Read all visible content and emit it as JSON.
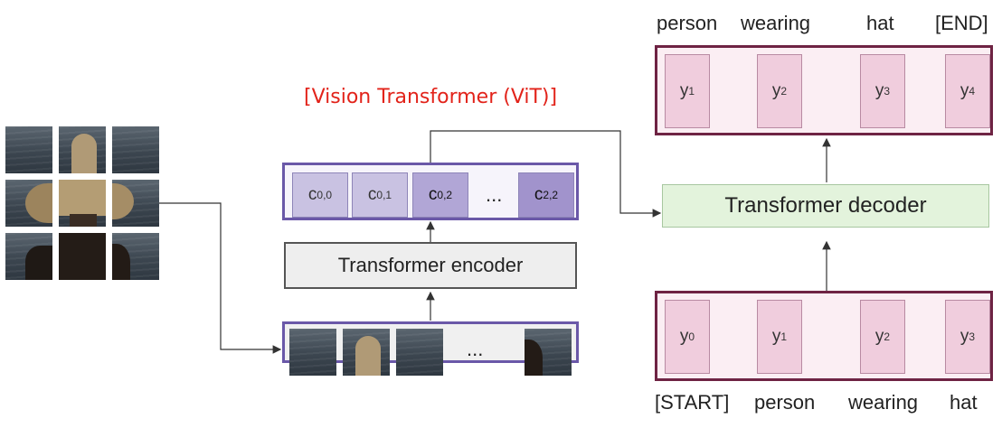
{
  "vit_label": "[Vision Transformer (ViT)]",
  "encoder_label": "Transformer encoder",
  "decoder_label": "Transformer decoder",
  "embed_ellipsis": "...",
  "patch_ellipsis": "...",
  "embeddings": [
    {
      "base": "c",
      "sub": "0,0"
    },
    {
      "base": "c",
      "sub": "0,1"
    },
    {
      "base": "c",
      "sub": "0,2"
    },
    {
      "base": "c",
      "sub": "2,2"
    }
  ],
  "outputs": [
    {
      "base": "y",
      "sub": "1"
    },
    {
      "base": "y",
      "sub": "2"
    },
    {
      "base": "y",
      "sub": "3"
    },
    {
      "base": "y",
      "sub": "4"
    }
  ],
  "inputs": [
    {
      "base": "y",
      "sub": "0"
    },
    {
      "base": "y",
      "sub": "1"
    },
    {
      "base": "y",
      "sub": "2"
    },
    {
      "base": "y",
      "sub": "3"
    }
  ],
  "output_words": [
    "person",
    "wearing",
    "hat",
    "[END]"
  ],
  "input_words": [
    "[START]",
    "person",
    "wearing",
    "hat"
  ],
  "colors": {
    "vit_label": "#e2231a",
    "vit_frame": "#6a58a8",
    "caption_frame": "#6e2343",
    "decoder_fill": "#e3f3dc",
    "token_fill": "#f0cddd"
  }
}
